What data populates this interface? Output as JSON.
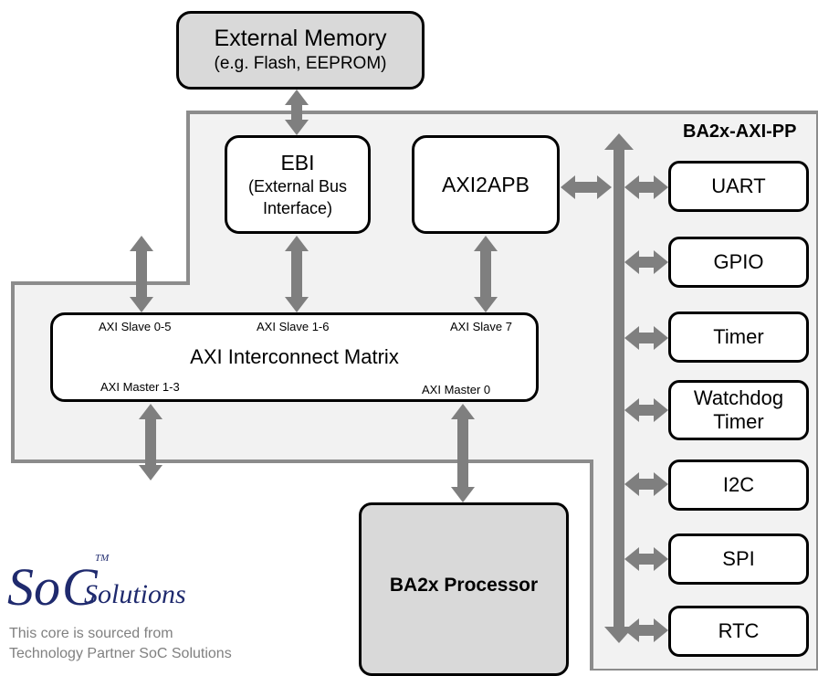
{
  "title": "BA2x-AXI-PP",
  "external_memory": {
    "line1": "External Memory",
    "line2": "(e.g. Flash, EEPROM)"
  },
  "ebi": {
    "line1": "EBI",
    "line2": "(External Bus",
    "line3": "Interface)"
  },
  "axi2apb": {
    "label": "AXI2APB"
  },
  "interconnect": {
    "label": "AXI Interconnect Matrix",
    "slave_0_5": "AXI Slave 0-5",
    "slave_1_6": "AXI Slave 1-6",
    "slave_7": "AXI Slave 7",
    "master_1_3": "AXI Master 1-3",
    "master_0": "AXI Master 0"
  },
  "processor": {
    "label": "BA2x Processor"
  },
  "peripherals": {
    "uart": "UART",
    "gpio": "GPIO",
    "timer": "Timer",
    "watchdog_line1": "Watchdog",
    "watchdog_line2": "Timer",
    "i2c": "I2C",
    "spi": "SPI",
    "rtc": "RTC"
  },
  "logo": {
    "text": "SoC Solutions",
    "tm": "TM"
  },
  "footer": {
    "line1": "This core is sourced from",
    "line2": "Technology Partner SoC Solutions"
  },
  "colors": {
    "arrow": "#7f7f7f",
    "subsystem_bg": "#f2f2f2",
    "subsystem_border": "#8c8c8c",
    "gray_box": "#d9d9d9",
    "logo": "#1f2a6e"
  }
}
